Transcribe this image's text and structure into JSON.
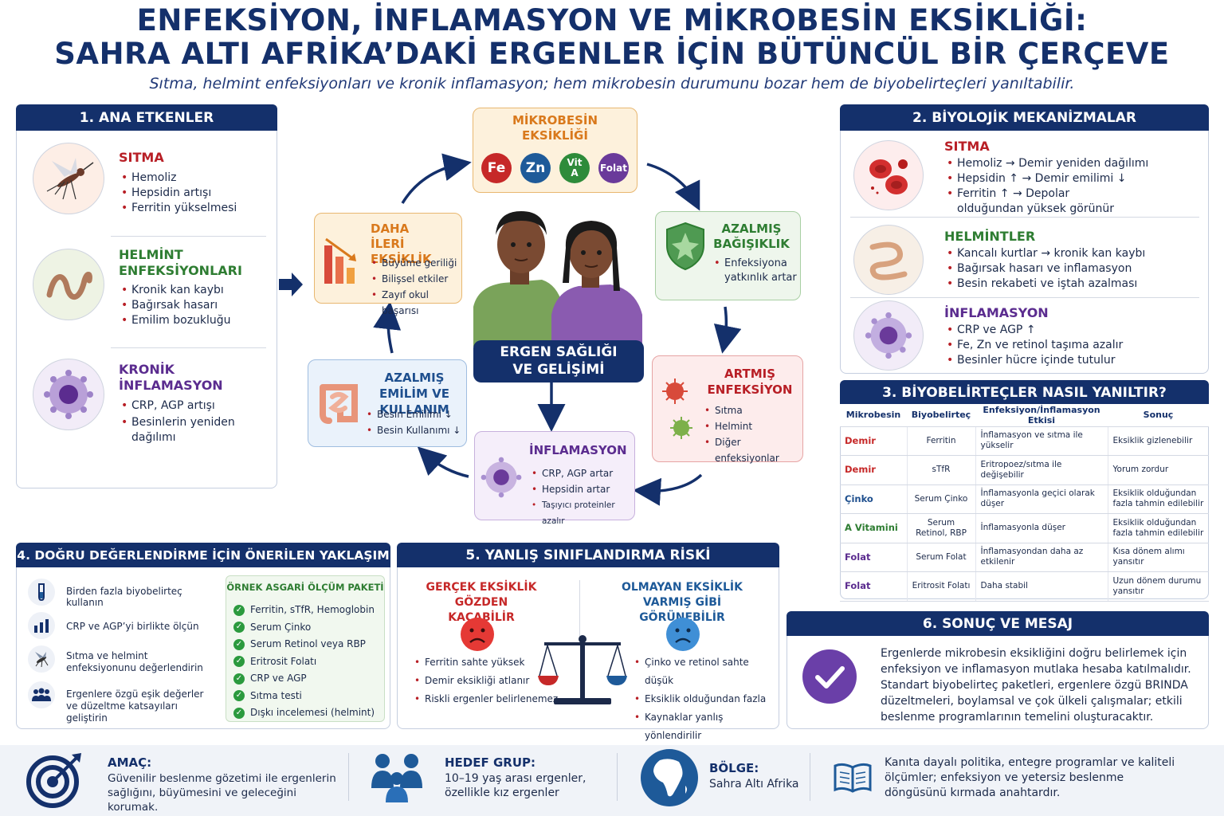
{
  "header": {
    "title_line1": "ENFEKSİYON, İNFLAMASYON VE MİKROBESİN EKSİKLİĞİ:",
    "title_line2": "SAHRA ALTI AFRİKA’DAKİ ERGENLER İÇİN BÜTÜNCÜL BİR ÇERÇEVE",
    "subtitle": "Sıtma, helmint enfeksiyonları ve kronik inflamasyon; hem mikrobesin durumunu bozar hem de biyobelirteçleri yanıltabilir."
  },
  "panel1": {
    "title": "1. ANA ETKENLER",
    "items": [
      {
        "title": "SITMA",
        "bullets": [
          "Hemoliz",
          "Hepsidin artışı",
          "Ferritin yükselmesi"
        ]
      },
      {
        "title": "HELMİNT ENFEKSİYONLARI",
        "bullets": [
          "Kronik kan kaybı",
          "Bağırsak hasarı",
          "Emilim bozukluğu"
        ]
      },
      {
        "title": "KRONİK İNFLAMASYON",
        "bullets": [
          "CRP, AGP artışı",
          "Besinlerin yeniden dağılımı"
        ]
      }
    ]
  },
  "cycle": {
    "micro": {
      "title": "MİKROBESİN EKSİKLİĞİ",
      "chips": [
        "Fe",
        "Zn",
        "Vit A",
        "Folat"
      ]
    },
    "immune": {
      "title": "AZALMIŞ BAĞIŞIKLIK",
      "bullets": [
        "Enfeksiyona yatkınlık artar"
      ]
    },
    "infection": {
      "title": "ARTMIŞ ENFEKSİYON",
      "bullets": [
        "Sıtma",
        "Helmint",
        "Diğer enfeksiyonlar"
      ]
    },
    "inflammation": {
      "title": "İNFLAMASYON",
      "bullets": [
        "CRP, AGP artar",
        "Hepsidin artar",
        "Taşıyıcı proteinler azalır"
      ]
    },
    "absorption": {
      "title": "AZALMIŞ EMİLİM VE KULLANIM",
      "bullets": [
        "Besin Emilimi ↓",
        "Besin Kullanımı ↓"
      ]
    },
    "further": {
      "title": "DAHA İLERİ EKSİKLİK",
      "bullets": [
        "Büyüme geriliği",
        "Bilişsel etkiler",
        "Zayıf okul başarısı"
      ]
    },
    "center": "ERGEN SAĞLIĞI VE GELİŞİMİ"
  },
  "panel2": {
    "title": "2. BİYOLOJİK MEKANİZMALAR",
    "items": [
      {
        "title": "SITMA",
        "bullets": [
          "Hemoliz → Demir yeniden dağılımı",
          "Hepsidin ↑ → Demir emilimi ↓",
          "Ferritin ↑ → Depolar olduğundan yüksek görünür"
        ]
      },
      {
        "title": "HELMİNTLER",
        "bullets": [
          "Kancalı kurtlar → kronik kan kaybı",
          "Bağırsak hasarı ve inflamasyon",
          "Besin rekabeti ve iştah azalması"
        ]
      },
      {
        "title": "İNFLAMASYON",
        "bullets": [
          "CRP ve AGP ↑",
          "Fe, Zn ve retinol taşıma azalır",
          "Besinler hücre içinde tutulur"
        ]
      }
    ]
  },
  "panel3": {
    "title": "3. BİYOBELİRTEÇLER NASIL YANILTIR?",
    "headers": [
      "Mikrobesin",
      "Biyobelirteç",
      "Enfeksiyon/İnflamasyon Etkisi",
      "Sonuç"
    ],
    "rows": [
      [
        "Demir",
        "Ferritin",
        "İnflamasyon ve sıtma ile yükselir",
        "Eksiklik gizlenebilir"
      ],
      [
        "Demir",
        "sTfR",
        "Eritropoez/sıtma ile değişebilir",
        "Yorum zordur"
      ],
      [
        "Çinko",
        "Serum Çinko",
        "İnflamasyonla geçici olarak düşer",
        "Eksiklik olduğundan fazla tahmin edilebilir"
      ],
      [
        "A Vitamini",
        "Serum Retinol, RBP",
        "İnflamasyonla düşer",
        "Eksiklik olduğundan fazla tahmin edilebilir"
      ],
      [
        "Folat",
        "Serum Folat",
        "İnflamasyondan daha az etkilenir",
        "Kısa dönem alımı yansıtır"
      ],
      [
        "Folat",
        "Eritrosit Folatı",
        "Daha stabil",
        "Uzun dönem durumu yansıtır"
      ]
    ]
  },
  "panel4": {
    "title": "4. DOĞRU DEĞERLENDİRME İÇİN ÖNERİLEN YAKLAŞIM",
    "steps": [
      "Birden fazla biyobelirteç kullanın",
      "CRP ve AGP’yi birlikte ölçün",
      "Sıtma ve helmint enfeksiyonunu değerlendirin",
      "Ergenlere özgü eşik değerler ve düzeltme katsayıları geliştirin"
    ],
    "package_title": "ÖRNEK ASGARİ ÖLÇÜM PAKETİ",
    "package": [
      "Ferritin, sTfR, Hemoglobin",
      "Serum Çinko",
      "Serum Retinol veya RBP",
      "Eritrosit Folatı",
      "CRP ve AGP",
      "Sıtma testi",
      "Dışkı incelemesi (helmint)"
    ]
  },
  "panel5": {
    "title": "5. YANLIŞ SINIFLANDIRMA RİSKİ",
    "left_title": "GERÇEK EKSİKLİK GÖZDEN KAÇABİLİR",
    "left_bullets": [
      "Ferritin sahte yüksek",
      "Demir eksikliği atlanır",
      "Riskli ergenler belirlenemez"
    ],
    "right_title": "OLMAYAN EKSİKLİK VARMIŞ GİBİ GÖRÜNEBİLİR",
    "right_bullets": [
      "Çinko ve retinol sahte düşük",
      "Eksiklik olduğundan fazla",
      "Kaynaklar yanlış yönlendirilir"
    ]
  },
  "panel6": {
    "title": "6. SONUÇ VE MESAJ",
    "text": "Ergenlerde mikrobesin eksikliğini doğru belirlemek için enfeksiyon ve inflamasyon mutlaka hesaba katılmalıdır. Standart biyobelirteç paketleri, ergenlere özgü BRINDA düzeltmeleri, boylamsal ve çok ülkeli çalışmalar; etkili beslenme programlarının temelini oluşturacaktır."
  },
  "footer": {
    "goal_title": "AMAÇ:",
    "goal_text": "Güvenilir beslenme gözetimi ile ergenlerin sağlığını, büyümesini ve geleceğini korumak.",
    "target_title": "HEDEF GRUP:",
    "target_text": "10–19 yaş arası ergenler, özellikle kız ergenler",
    "region_title": "BÖLGE:",
    "region_text": "Sahra Altı Afrika",
    "policy_text": "Kanıta dayalı politika, entegre programlar ve kaliteli ölçümler; enfeksiyon ve yetersiz beslenme döngüsünü kırmada anahtardır."
  },
  "colors": {
    "navy": "#14306b",
    "red": "#b81f26",
    "green": "#2e7d32",
    "purple": "#5b2c8f",
    "orange": "#d9791c"
  }
}
